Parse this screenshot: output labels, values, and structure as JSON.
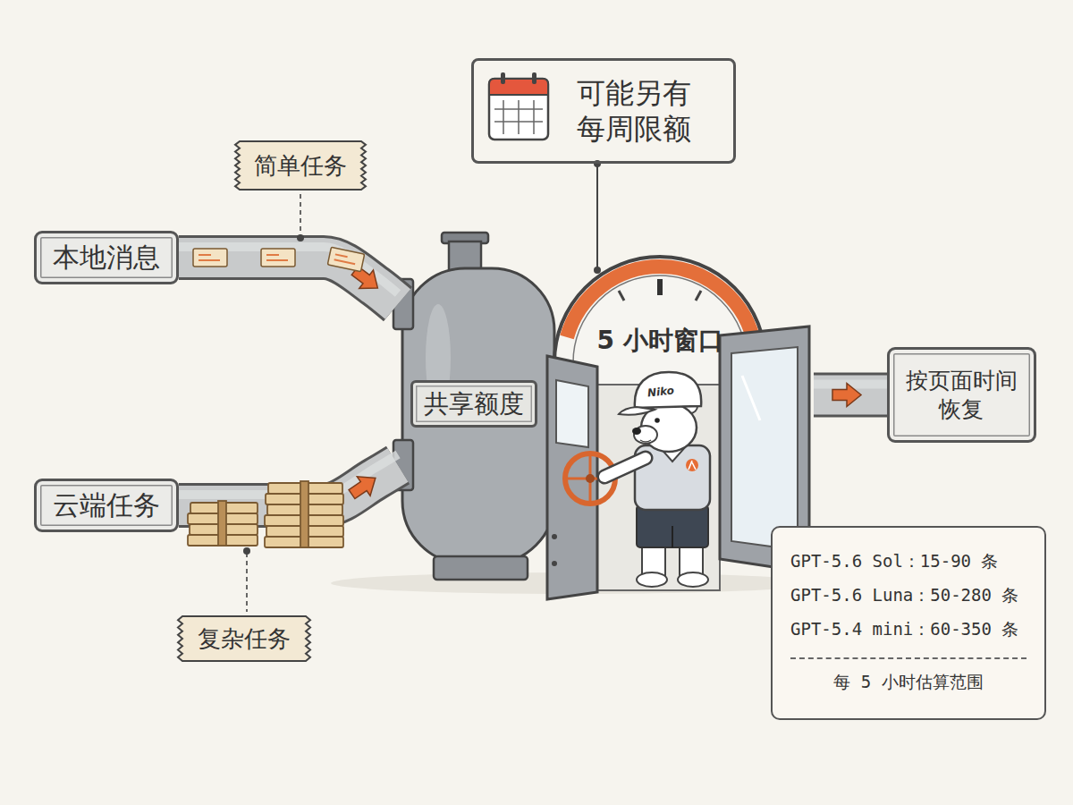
{
  "diagram": {
    "nodes": [
      {
        "text": [
          "可能另有 每周限额"
        ]
      },
      {
        "text": [
          "简单任务"
        ]
      },
      {
        "text": [
          "本地消息"
        ]
      },
      {
        "text": [
          "共享额度"
        ]
      },
      {
        "text": [
          "5 小时窗口"
        ]
      },
      {
        "text": [
          "按页面时间 恢复"
        ]
      },
      {
        "text": [
          "云端任务"
        ]
      },
      {
        "text": [
          "复杂任务"
        ]
      },
      {
        "text": [
          "GPT-5.6 Sol：15-90 条",
          "GPT-5.6 Luna：50-280 条",
          "GPT-5.4 mini：60-350 条",
          "每 5 小时估算范围"
        ]
      }
    ],
    "edges": [
      {
        "from": 2,
        "to": 3,
        "arrow": "to"
      },
      {
        "from": 6,
        "to": 3,
        "arrow": "to"
      },
      {
        "from": 4,
        "to": 5,
        "arrow": "to"
      },
      {
        "from": 0,
        "to": 4,
        "arrow": "none"
      }
    ],
    "labels": [
      "Niko"
    ]
  }
}
